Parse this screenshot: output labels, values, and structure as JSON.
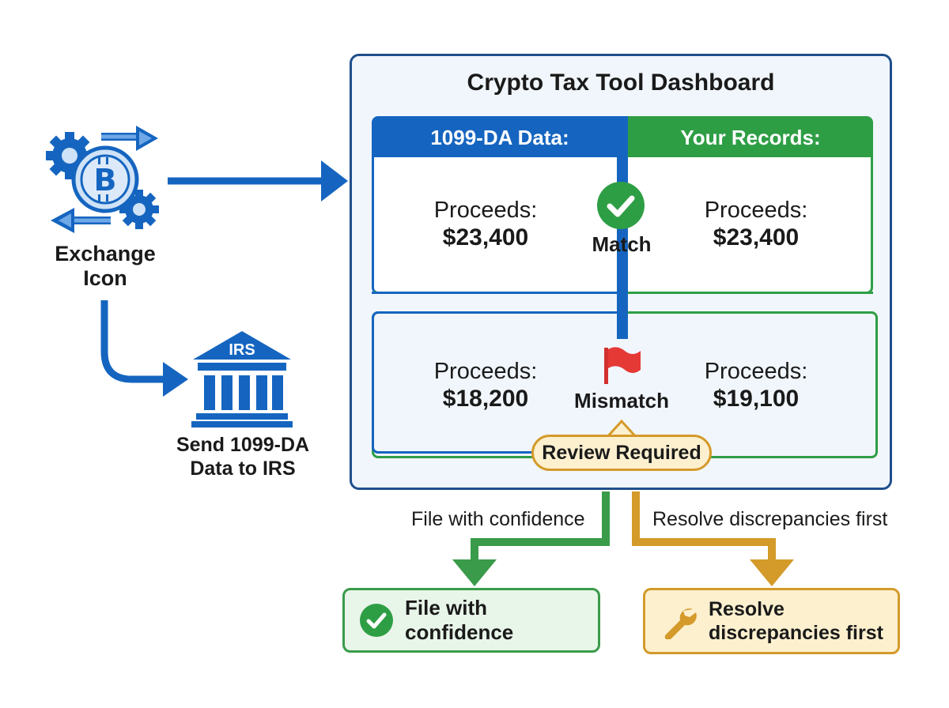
{
  "exchange": {
    "label": "Exchange\nIcon",
    "icon": "bitcoin-exchange-icon"
  },
  "irs": {
    "badge": "IRS",
    "label": "Send 1099-DA\nData to IRS",
    "icon": "irs-building-icon"
  },
  "dashboard": {
    "title": "Crypto Tax Tool Dashboard",
    "left_header": "1099-DA Data:",
    "right_header": "Your Records:",
    "rows": [
      {
        "left_label": "Proceeds:",
        "left_value": "$23,400",
        "status": "Match",
        "status_icon": "check-circle-icon",
        "right_label": "Proceeds:",
        "right_value": "$23,400"
      },
      {
        "left_label": "Proceeds:",
        "left_value": "$18,200",
        "status": "Mismatch",
        "status_icon": "red-flag-icon",
        "right_label": "Proceeds:",
        "right_value": "$19,100"
      }
    ],
    "review_badge": "Review Required"
  },
  "flows": {
    "left_caption": "File with confidence",
    "right_caption": "Resolve discrepancies first"
  },
  "results": {
    "left": {
      "text": "File with confidence",
      "icon": "check-circle-icon"
    },
    "right": {
      "text": "Resolve\ndiscrepancies first",
      "icon": "wrench-icon"
    }
  },
  "colors": {
    "blue": "#1565c0",
    "green": "#2e9e45",
    "orange": "#d49a2a",
    "red": "#e53935",
    "navy": "#1f4e8c"
  }
}
